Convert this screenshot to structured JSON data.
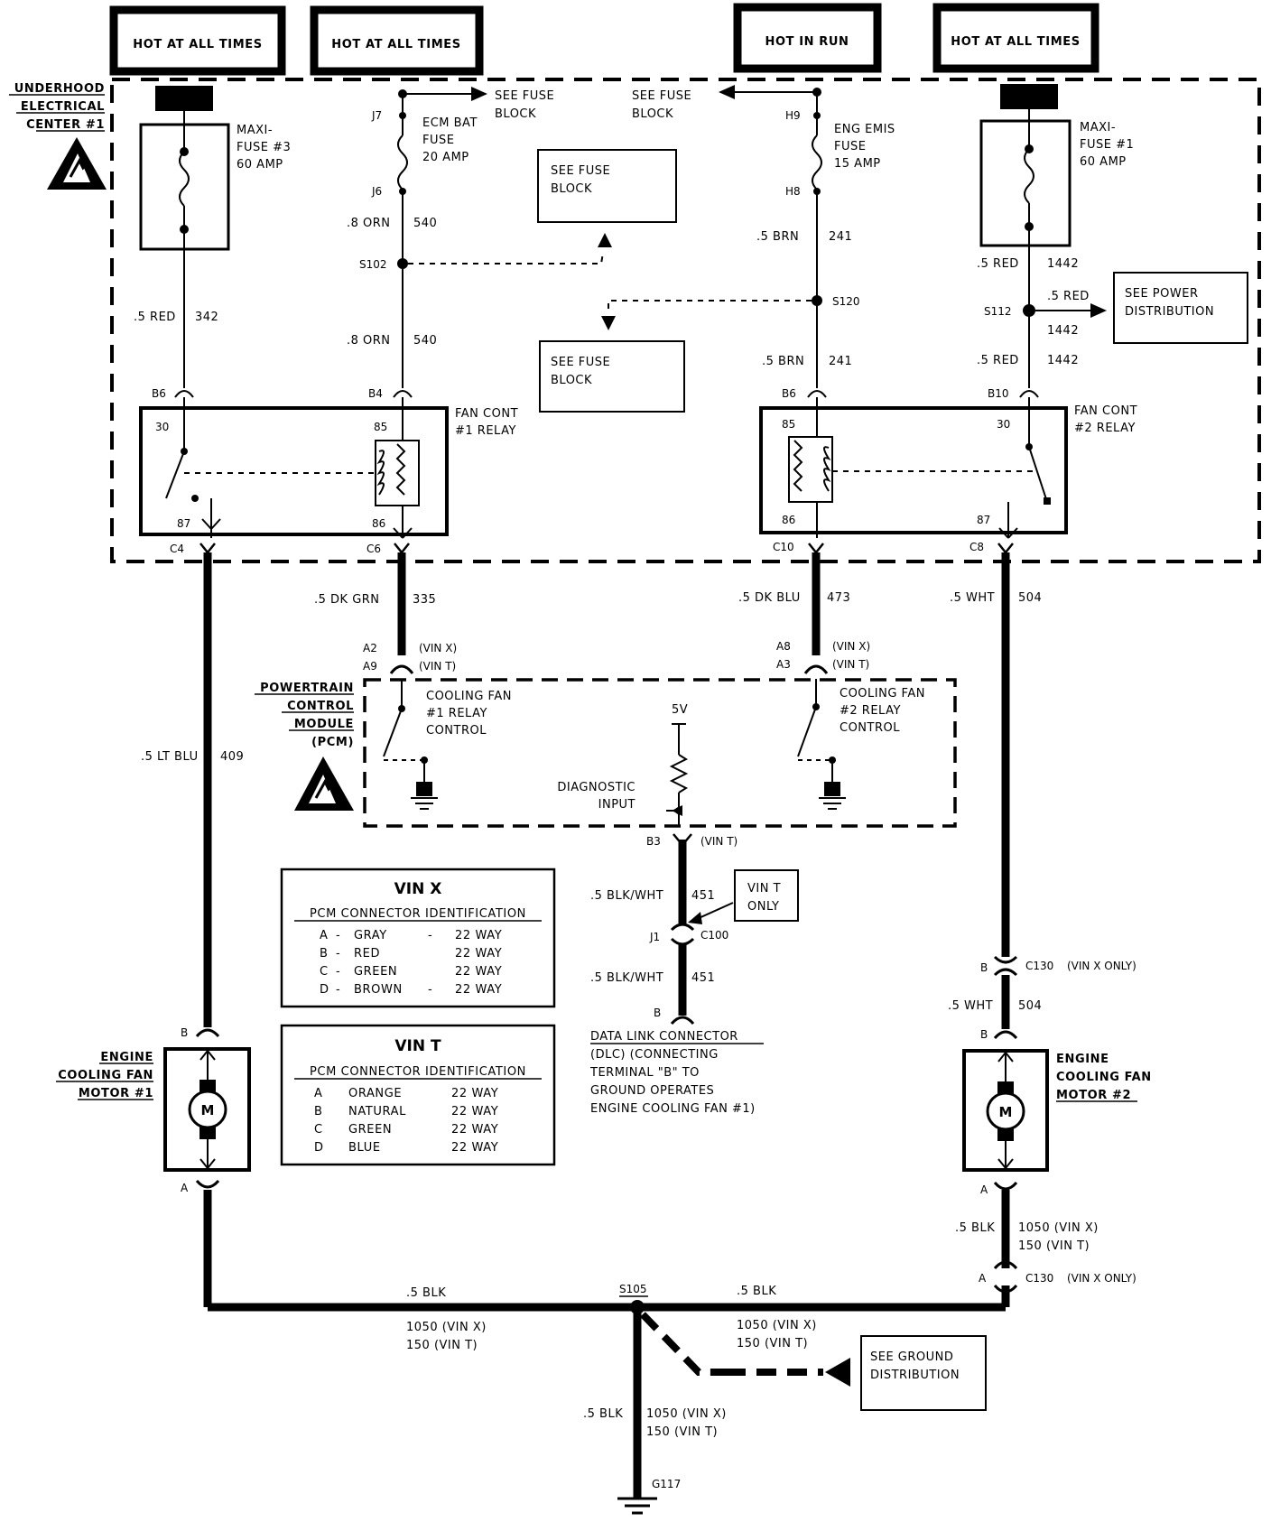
{
  "headers": [
    "HOT AT ALL TIMES",
    "HOT AT ALL TIMES",
    "HOT IN RUN",
    "HOT AT ALL TIMES"
  ],
  "center_label": [
    "UNDERHOOD",
    "ELECTRICAL",
    "CENTER #1"
  ],
  "maxi3": [
    "MAXI-",
    "FUSE #3",
    "60 AMP"
  ],
  "maxi1": [
    "MAXI-",
    "FUSE #1",
    "60 AMP"
  ],
  "ecm_fuse": [
    "ECM BAT",
    "FUSE",
    "20 AMP"
  ],
  "eng_fuse": [
    "ENG EMIS",
    "FUSE",
    "15 AMP"
  ],
  "see_fuse_block": [
    "SEE FUSE",
    "BLOCK"
  ],
  "see_power_dist": [
    "SEE POWER",
    "DISTRIBUTION"
  ],
  "see_ground_dist": [
    "SEE GROUND",
    "DISTRIBUTION"
  ],
  "relay1": [
    "FAN CONT",
    "#1 RELAY"
  ],
  "relay2": [
    "FAN CONT",
    "#2 RELAY"
  ],
  "pcm": [
    "POWERTRAIN",
    "CONTROL",
    "MODULE",
    "(PCM)"
  ],
  "cf1": [
    "COOLING FAN",
    "#1 RELAY",
    "CONTROL"
  ],
  "cf2": [
    "COOLING FAN",
    "#2 RELAY",
    "CONTROL"
  ],
  "diag": [
    "DIAGNOSTIC",
    "INPUT"
  ],
  "five_v": "5V",
  "vin_t_only": [
    "VIN T",
    "ONLY"
  ],
  "dlc": [
    "DATA LINK CONNECTOR",
    "(DLC) (CONNECTING",
    "TERMINAL \"B\" TO",
    "GROUND OPERATES",
    "ENGINE COOLING FAN #1)"
  ],
  "motor1": [
    "ENGINE",
    "COOLING FAN",
    "MOTOR #1"
  ],
  "motor2": [
    "ENGINE",
    "COOLING FAN",
    "MOTOR #2"
  ],
  "motor_letter": "M",
  "vin_x_table": {
    "title": "VIN X",
    "subtitle": "PCM CONNECTOR IDENTIFICATION",
    "rows": [
      [
        "A",
        "-",
        "GRAY",
        "-",
        "22 WAY"
      ],
      [
        "B",
        "-",
        "RED",
        "",
        "22 WAY"
      ],
      [
        "C",
        "-",
        "GREEN",
        "",
        "22 WAY"
      ],
      [
        "D",
        "-",
        "BROWN",
        "-",
        "22 WAY"
      ]
    ]
  },
  "vin_t_table": {
    "title": "VIN T",
    "subtitle": "PCM CONNECTOR IDENTIFICATION",
    "rows": [
      [
        "A",
        "ORANGE",
        "22 WAY"
      ],
      [
        "B",
        "NATURAL",
        "22 WAY"
      ],
      [
        "C",
        "GREEN",
        "22 WAY"
      ],
      [
        "D",
        "BLUE",
        "22 WAY"
      ]
    ]
  },
  "wires": {
    "red342": ".5 RED",
    "n342": "342",
    "orn540a": ".8 ORN",
    "n540a": "540",
    "orn540b": ".8 ORN",
    "n540b": "540",
    "brn241a": ".5 BRN",
    "n241a": "241",
    "brn241b": ".5 BRN",
    "n241b": "241",
    "red1442a": ".5 RED",
    "n1442a": "1442",
    "red1442b": ".5 RED",
    "n1442b": "1442",
    "red1442c": ".5 RED",
    "n1442c": "1442",
    "dkgrn": ".5 DK GRN",
    "n335": "335",
    "dkblu": ".5 DK BLU",
    "n473": "473",
    "wht504a": ".5 WHT",
    "n504a": "504",
    "wht504b": ".5 WHT",
    "n504b": "504",
    "ltblu": ".5 LT BLU",
    "n409": "409",
    "blkwht1": ".5 BLK/WHT",
    "n451a": "451",
    "blkwht2": ".5 BLK/WHT",
    "n451b": "451",
    "blk_m2": ".5 BLK",
    "m2c1": "1050 (VIN X)",
    "m2c2": "150 (VIN T)",
    "blk_l": ".5 BLK",
    "blk_r": ".5 BLK",
    "gl1": "1050 (VIN X)",
    "gl2": "150 (VIN T)",
    "gr1": "1050 (VIN X)",
    "gr2": "150 (VIN T)",
    "blk_g": ".5 BLK",
    "g1": "1050 (VIN X)",
    "g2": "150 (VIN T)"
  },
  "pins": {
    "J7": "J7",
    "J6": "J6",
    "H9": "H9",
    "H8": "H8",
    "S102": "S102",
    "S120": "S120",
    "S112": "S112",
    "S105": "S105",
    "G117": "G117",
    "B6a": "B6",
    "B4": "B4",
    "B6b": "B6",
    "B10": "B10",
    "p30a": "30",
    "p85a": "85",
    "p87a": "87",
    "p86a": "86",
    "p85b": "85",
    "p30b": "30",
    "p86b": "86",
    "p87b": "87",
    "C4": "C4",
    "C6": "C6",
    "C10": "C10",
    "C8": "C8",
    "A2": "A2",
    "A9": "A9",
    "A8": "A8",
    "A3": "A3",
    "vx1": "(VIN X)",
    "vt1": "(VIN T)",
    "vx2": "(VIN X)",
    "vt2": "(VIN T)",
    "B3": "B3",
    "vt3": "(VIN T)",
    "J1": "J1",
    "C100": "C100",
    "Bdlc": "B",
    "Bc130": "B",
    "C130a": "C130",
    "vxo1": "(VIN X ONLY)",
    "Bm1": "B",
    "Am1": "A",
    "Bm2": "B",
    "Am2": "A",
    "Ac130": "A",
    "C130b": "C130",
    "vxo2": "(VIN X ONLY)"
  }
}
